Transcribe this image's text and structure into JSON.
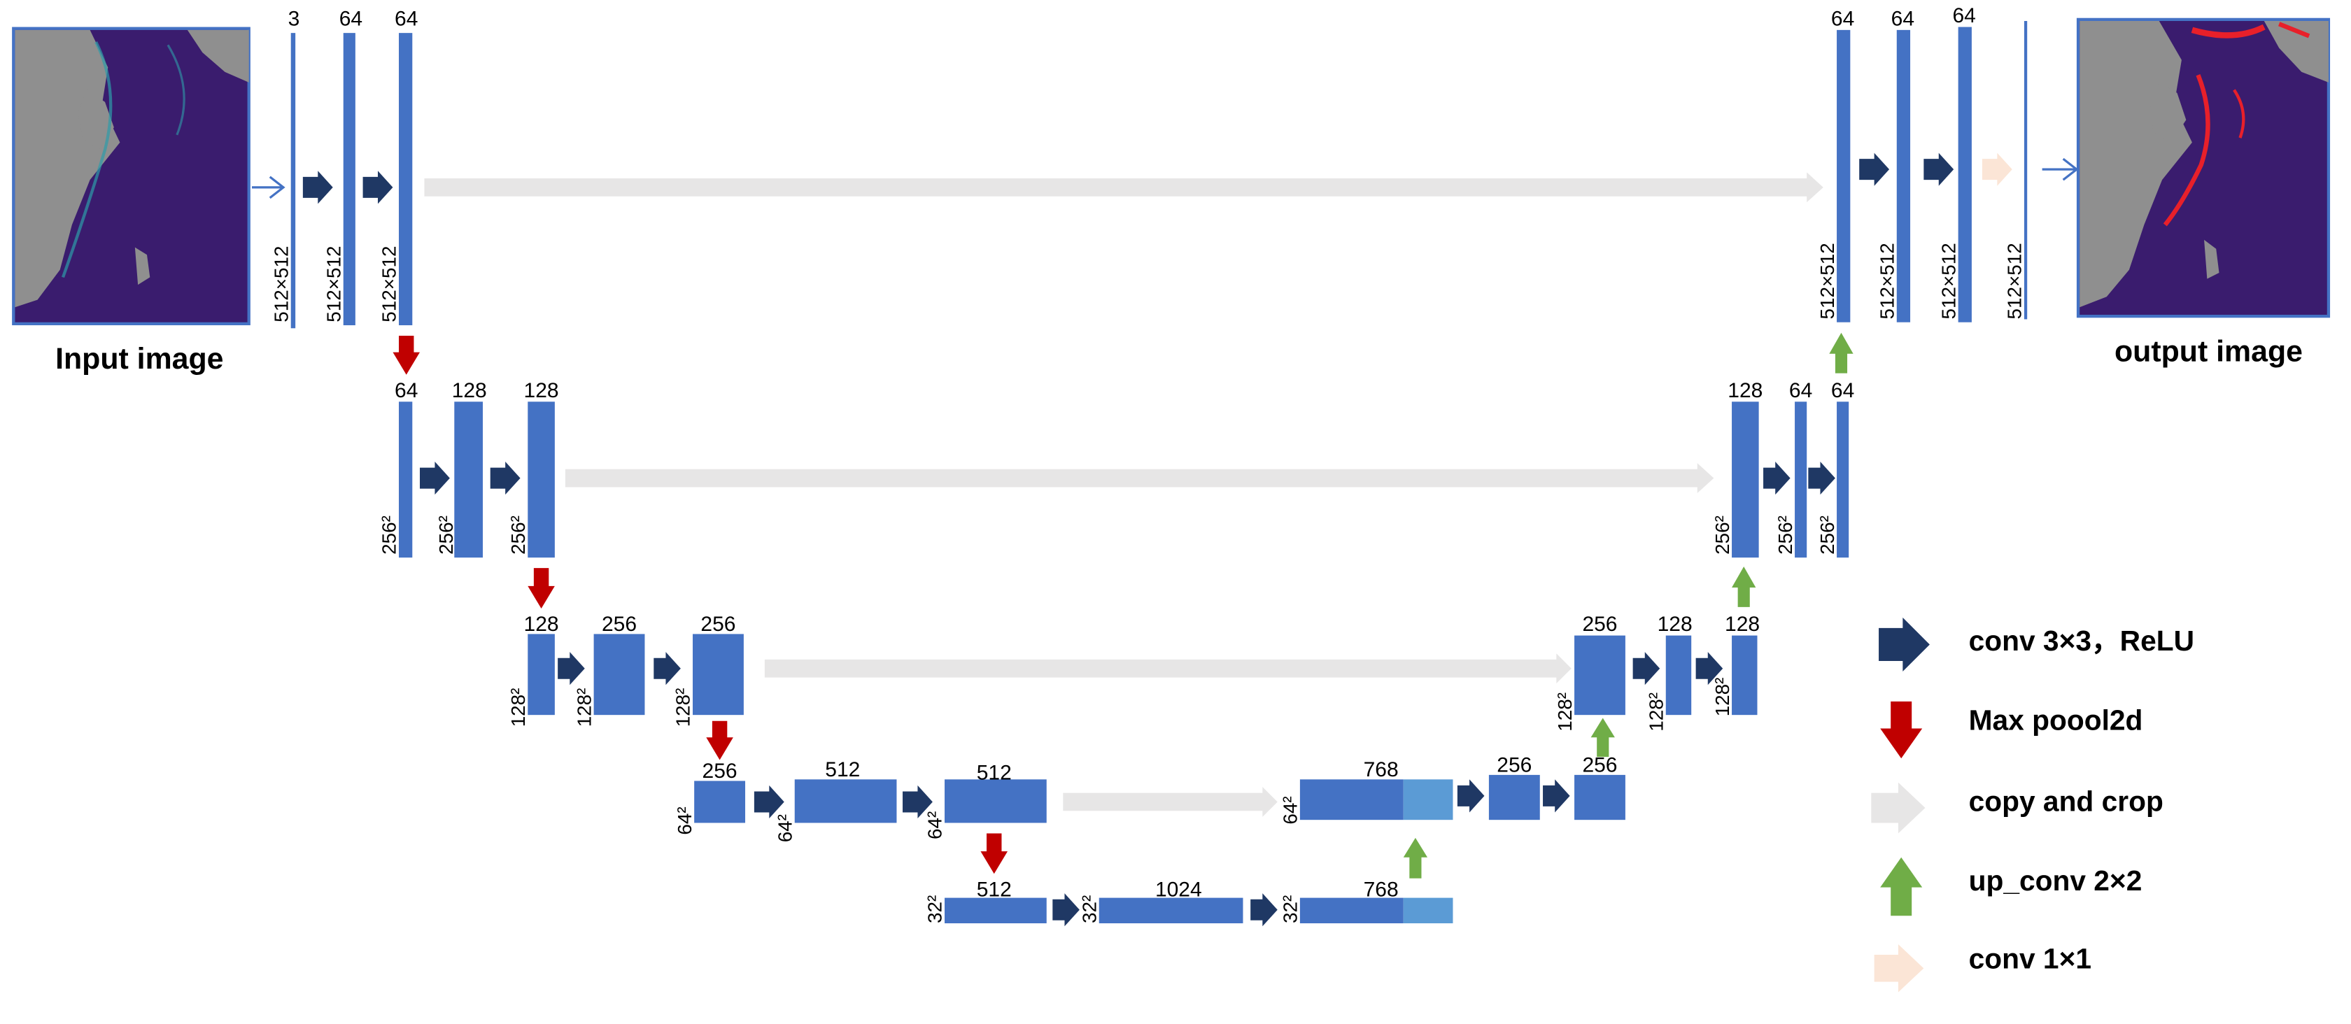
{
  "labels": {
    "input_image": "Input image",
    "output_image": "output image"
  },
  "legend": [
    {
      "icon": "conv-arrow-icon",
      "label": "conv 3×3，ReLU"
    },
    {
      "icon": "maxpool-arrow-icon",
      "label": "Max poool2d"
    },
    {
      "icon": "copy-arrow-icon",
      "label": "copy and crop"
    },
    {
      "icon": "upconv-arrow-icon",
      "label": "up_conv 2×2"
    },
    {
      "icon": "conv1x1-arrow-icon",
      "label": "conv 1×1"
    }
  ],
  "colors": {
    "block": "#4472C4",
    "block_light": "#5B9BD5",
    "conv": "#1F3864",
    "pool": "#C00000",
    "copy": "#E7E6E6",
    "up": "#70AD47",
    "conv1": "#FBE5D6",
    "ocean": "#3A1C6E",
    "land": "#8F8F8F"
  },
  "level1": {
    "ch_in": "3",
    "ch_a": "64",
    "ch_b": "64",
    "size_in": "512×512",
    "size_a": "512×512",
    "size_b": "512×512"
  },
  "level2": {
    "ch_a": "64",
    "ch_b": "128",
    "ch_c": "128",
    "size_a": "256²",
    "size_b": "256²",
    "size_c": "256²"
  },
  "level3": {
    "ch_a": "128",
    "ch_b": "256",
    "ch_c": "256",
    "size_a": "128²",
    "size_b": "128²",
    "size_c": "128²"
  },
  "level4": {
    "ch_a": "256",
    "ch_b": "512",
    "ch_c": "512",
    "size_a": "64²",
    "size_b": "64²",
    "size_c": "64²"
  },
  "bottom": {
    "ch_a": "512",
    "ch_b": "1024",
    "ch_c": "768",
    "size_a": "32²",
    "size_b": "32²",
    "size_c": "32²"
  },
  "dec4": {
    "ch_a": "768",
    "ch_b": "256",
    "ch_c": "256",
    "size_a": "64²"
  },
  "dec3": {
    "ch_a": "256",
    "ch_b": "128",
    "ch_c": "128",
    "size_a": "128²",
    "size_b": "128²",
    "size_c": "128²"
  },
  "dec2": {
    "ch_a": "128",
    "ch_b": "64",
    "ch_c": "64",
    "size_a": "256²",
    "size_b": "256²",
    "size_c": "256²"
  },
  "dec1": {
    "ch_a": "64",
    "ch_b": "64",
    "ch_c": "64",
    "size_a": "512×512",
    "size_b": "512×512",
    "size_c": "512×512",
    "size_out": "512×512"
  }
}
